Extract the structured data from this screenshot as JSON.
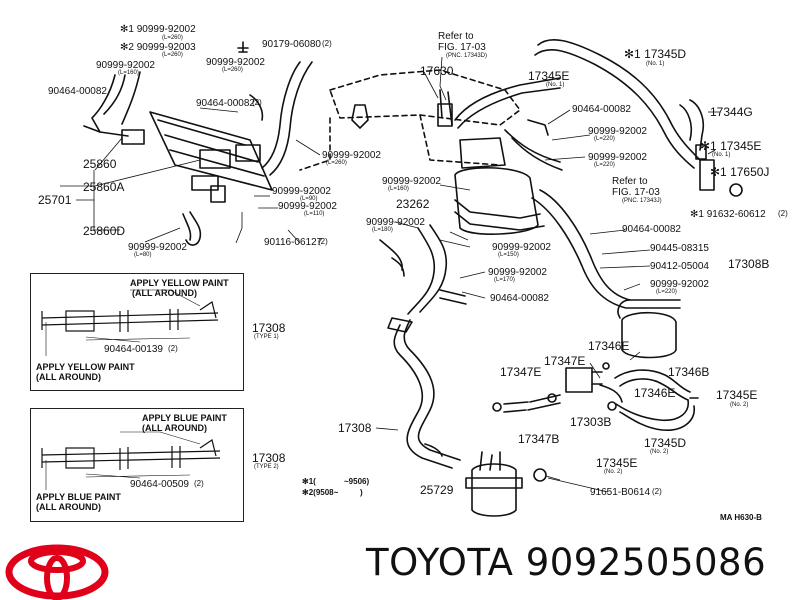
{
  "brand": {
    "name": "TOYOTA",
    "part_number": "9092505086",
    "logo_color": "#e0001a"
  },
  "diagram_code": "MA  H630-B",
  "legend": {
    "row1_mark": "✻1(",
    "row1_range": "~9506)",
    "row2_mark": "✻2(9508~",
    "row2_range": ")"
  },
  "parts": {
    "p1": "✻1 90999-92002",
    "p1s": "(L=260)",
    "p2": "✻2 90999-92003",
    "p2s": "(L=260)",
    "p3": "90999-92002",
    "p3s": "(L=160)",
    "p4": "90464-00082",
    "p5": "90179-06080",
    "p5q": "(2)",
    "p6": "90999-92002",
    "p6s": "(L=260)",
    "p7": "90464-00082",
    "p7q": "(2)",
    "p8": "25860",
    "p9": "25701",
    "p10": "25860A",
    "p11": "25860D",
    "p12": "90999-92002",
    "p12s": "(L=80)",
    "p13": "90999-92002",
    "p13s": "(L=260)",
    "p14": "90999-92002",
    "p14s": "(L=90)",
    "p15": "90999-92002",
    "p15s": "(L=110)",
    "p16": "90116-06127",
    "p16q": "(2)",
    "p17": "Refer to",
    "p17b": "FIG. 17-03",
    "p17s": "(PNC. 17343D)",
    "p18": "17630",
    "p19": "17345E",
    "p19s": "(No. 1)",
    "p20": "✻1 17345D",
    "p20s": "(No. 1)",
    "p21": "17344G",
    "p22": "✻1 17345E",
    "p22s": "(No. 1)",
    "p23": "✻1 17650J",
    "p24": "✻1 91632-60612",
    "p24q": "(2)",
    "p25": "90464-00082",
    "p26": "90999-92002",
    "p26s": "(L=220)",
    "p27": "90999-92002",
    "p27s": "(L=220)",
    "p28": "90999-92002",
    "p28s": "(L=160)",
    "p29": "Refer to",
    "p29b": "FIG. 17-03",
    "p29s": "(PNC. 17343J)",
    "p30": "23262",
    "p31": "90464-00082",
    "p32": "90999-92002",
    "p32s": "(L=180)",
    "p33": "90999-92002",
    "p33s": "(L=150)",
    "p34": "90445-08315",
    "p35": "90412-05004",
    "p36": "17308B",
    "p37": "90999-92002",
    "p37s": "(L=170)",
    "p38": "90999-92002",
    "p38s": "(L=220)",
    "p39": "90464-00082",
    "p40": "17346E",
    "p41": "17347E",
    "p42": "17347E",
    "p43": "17346B",
    "p44": "17346E",
    "p45": "17345E",
    "p45s": "(No. 2)",
    "p46": "17347B",
    "p47": "17303B",
    "p48": "17345D",
    "p48s": "(No. 2)",
    "p49": "17345E",
    "p49s": "(No. 2)",
    "p50": "17308",
    "p51": "25729",
    "p52": "91651-B0614",
    "p52q": "(2)"
  },
  "inset1": {
    "note_top": "APPLY YELLOW PAINT",
    "note_top2": "(ALL AROUND)",
    "note_bottom": "APPLY YELLOW PAINT",
    "note_bottom2": "(ALL AROUND)",
    "clip": "90464-00139",
    "clip_q": "(2)",
    "part": "17308",
    "part_sub": "(TYPE 1)"
  },
  "inset2": {
    "note_top": "APPLY BLUE PAINT",
    "note_top2": "(ALL AROUND)",
    "note_bottom": "APPLY BLUE PAINT",
    "note_bottom2": "(ALL AROUND)",
    "clip": "90464-00509",
    "clip_q": "(2)",
    "part": "17308",
    "part_sub": "(TYPE 2)"
  }
}
